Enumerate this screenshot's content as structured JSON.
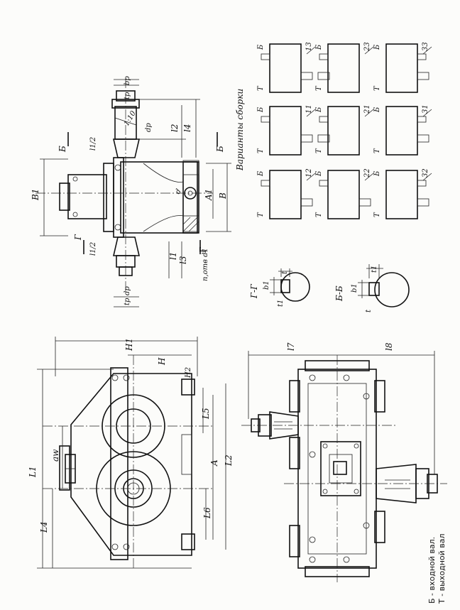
{
  "labels": {
    "l1": "L1",
    "l4": "L4",
    "aw": "aw",
    "a": "A",
    "l2": "L2",
    "l5": "L5",
    "l6": "L6",
    "h": "H",
    "h1": "H1",
    "h2": "H2",
    "b": "Б",
    "g": "Г",
    "b1": "B1",
    "bb": "B",
    "a1": "A1",
    "d": "d",
    "nd1": "n,отв d1",
    "l7": "l7",
    "l8": "l8",
    "l1s": "l1",
    "l2s": "l2",
    "l4s": "l4",
    "l3s": "l3",
    "lt2": "l1/2",
    "lt2b": "l1/2",
    "bp": "bp",
    "tp": "tp",
    "dp": "dp",
    "taper": "1:10",
    "t1": "t1",
    "b1s": "b1",
    "t": "t"
  },
  "section_titles": {
    "gg": "Г-Г",
    "bb": "Б-Б"
  },
  "variants": {
    "title": "Варианты сборки",
    "codes": [
      "13",
      "23",
      "33",
      "11",
      "21",
      "31",
      "12",
      "22",
      "32"
    ],
    "b_mark": "Б",
    "t_mark": "Т"
  },
  "legend": {
    "input_shaft": "Б - входной вал.",
    "output_shaft": "Т - выходной вал"
  }
}
